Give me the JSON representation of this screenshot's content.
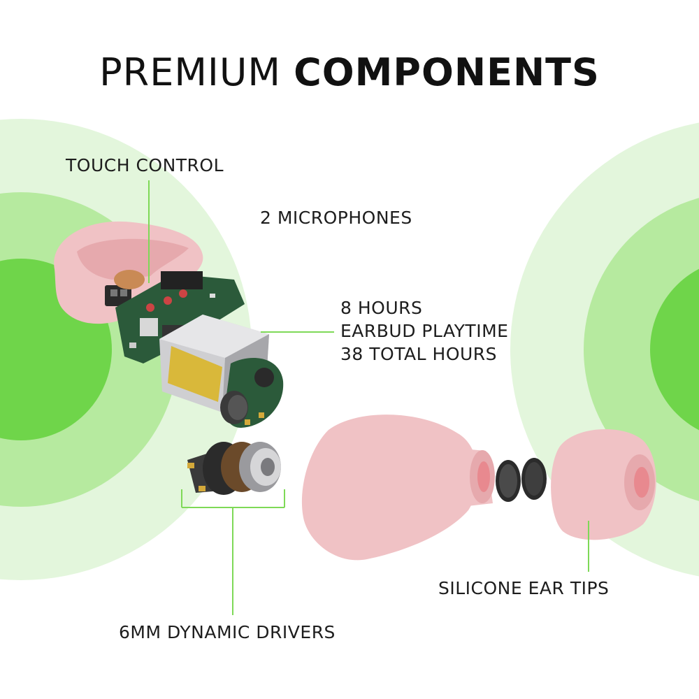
{
  "title": {
    "light": "PREMIUM",
    "bold": "COMPONENTS"
  },
  "labels": {
    "touch_control": "TOUCH CONTROL",
    "microphones": "2 MICROPHONES",
    "playtime": [
      "8 HOURS",
      "EARBUD PLAYTIME",
      "38 TOTAL HOURS"
    ],
    "ear_tips": "SILICONE EAR TIPS",
    "drivers": "6MM DYNAMIC DRIVERS"
  },
  "colors": {
    "ring_outer": "#e3f6dc",
    "ring_mid": "#b6ea9f",
    "ring_inner": "#6fd54a",
    "leader_line": "#7ed957",
    "earbud_pink": "#f0c2c5",
    "pcb_green": "#2b5a3a",
    "battery_silver": "#b9b9bd"
  }
}
